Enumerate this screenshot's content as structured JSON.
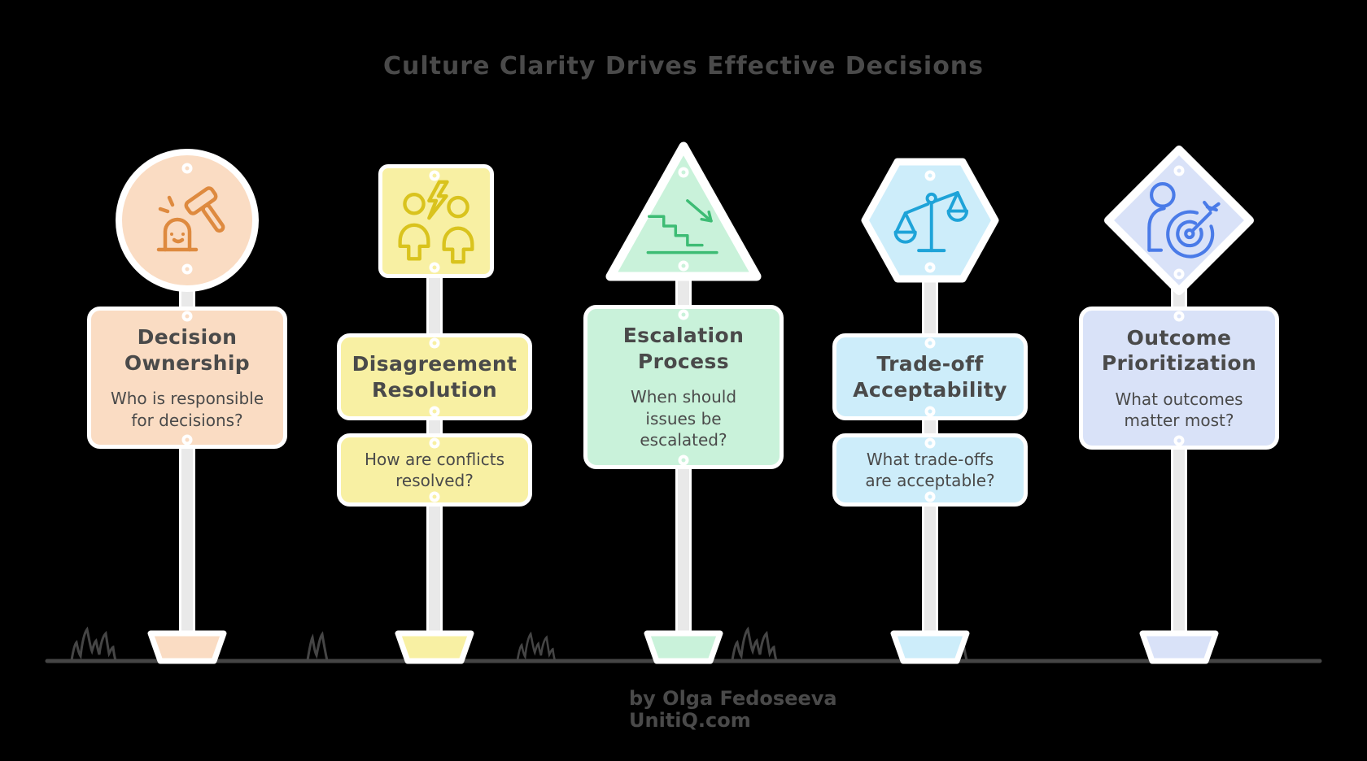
{
  "title": "Culture Clarity Drives Effective Decisions",
  "signs": [
    {
      "shape": "circle",
      "icon": "gavel-decision-icon",
      "fill": "#FADCC3",
      "icon_color": "#DE8A3F",
      "title": "Decision Ownership",
      "question": "Who is responsible for decisions?"
    },
    {
      "shape": "square",
      "icon": "people-conflict-icon",
      "fill": "#F8F0A3",
      "icon_color": "#D9C31D",
      "title": "Disagreement Resolution",
      "question": "How are conflicts resolved?"
    },
    {
      "shape": "triangle",
      "icon": "stairs-escalation-icon",
      "fill": "#C9F2DA",
      "icon_color": "#3DBC74",
      "title": "Escalation Process",
      "question": "When should issues be escalated?"
    },
    {
      "shape": "hexagon",
      "icon": "balance-scale-icon",
      "fill": "#CDEDFA",
      "icon_color": "#1EA3D8",
      "title": "Trade-off Acceptability",
      "question": "What trade-offs are acceptable?"
    },
    {
      "shape": "diamond",
      "icon": "person-target-icon",
      "fill": "#D9E2F8",
      "icon_color": "#4A7BE8",
      "title": "Outcome Prioritization",
      "question": "What outcomes matter most?"
    }
  ],
  "footer": {
    "byline": "by Olga Fedoseeva",
    "site": "UnitiQ.com"
  },
  "colors": {
    "background": "#000000",
    "text": "#4A4A4A",
    "pole": "#E9E9E9",
    "sign_border": "#FFFFFF",
    "ground": "#454545"
  }
}
